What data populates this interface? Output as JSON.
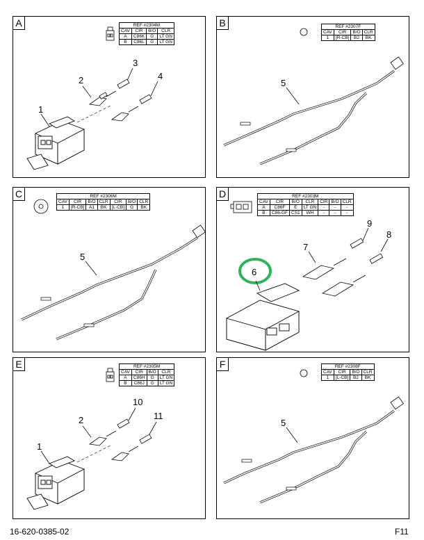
{
  "panels": {
    "A": {
      "letter": "A",
      "table": {
        "ref": "REF #2304M",
        "headers": [
          "CAV",
          "CIR",
          "B/O",
          "CLR"
        ],
        "rows": [
          [
            "A",
            "C86K",
            "G",
            "LT GN"
          ],
          [
            "B",
            "C86L",
            "G",
            "LT GN"
          ]
        ]
      },
      "callouts": [
        "1",
        "2",
        "3",
        "4"
      ]
    },
    "B": {
      "letter": "B",
      "table": {
        "ref": "REF #2307F",
        "headers": [
          "CAV",
          "CIR",
          "B/O",
          "CLR"
        ],
        "rows": [
          [
            "1",
            "[R-CB]",
            "B2",
            "BK"
          ]
        ]
      },
      "callouts": [
        "5"
      ]
    },
    "C": {
      "letter": "C",
      "table": {
        "ref": "REF #2306M",
        "headers": [
          "CAV",
          "CIR",
          "B/O",
          "CLR",
          "CIR",
          "B/O",
          "CLR"
        ],
        "rows": [
          [
            "1",
            "[R-CB]",
            "A1",
            "BK",
            "[L-CB]",
            "G",
            "BK"
          ]
        ]
      },
      "callouts": [
        "5"
      ]
    },
    "D": {
      "letter": "D",
      "table": {
        "ref": "REF #2303M",
        "headers": [
          "CAV",
          "CIR",
          "B/O",
          "CLR",
          "CIR",
          "B/O",
          "CLR"
        ],
        "rows": [
          [
            "A",
            "C86F",
            "E",
            "LT GN",
            "-",
            "-",
            "-"
          ],
          [
            "B",
            "C86-GF",
            "CS1",
            "WH",
            "-",
            "-",
            "-"
          ]
        ]
      },
      "callouts": [
        "6",
        "7",
        "8",
        "9"
      ]
    },
    "E": {
      "letter": "E",
      "table": {
        "ref": "REF #2305M",
        "headers": [
          "CAV",
          "CIR",
          "B/O",
          "CLR"
        ],
        "rows": [
          [
            "A",
            "C86H",
            "G",
            "LT GN"
          ],
          [
            "B",
            "C86J",
            "G",
            "LT GN"
          ]
        ]
      },
      "callouts": [
        "1",
        "2",
        "10",
        "11"
      ]
    },
    "F": {
      "letter": "F",
      "table": {
        "ref": "REF #2308F",
        "headers": [
          "CAV",
          "CIR",
          "B/O",
          "CLR"
        ],
        "rows": [
          [
            "1",
            "[L-CB]",
            "B2",
            "BK"
          ]
        ]
      },
      "callouts": [
        "5"
      ]
    }
  },
  "highlight_color": "#2fb35a",
  "footer": {
    "doc_number": "16-620-0385-02",
    "page_code": "F11"
  }
}
